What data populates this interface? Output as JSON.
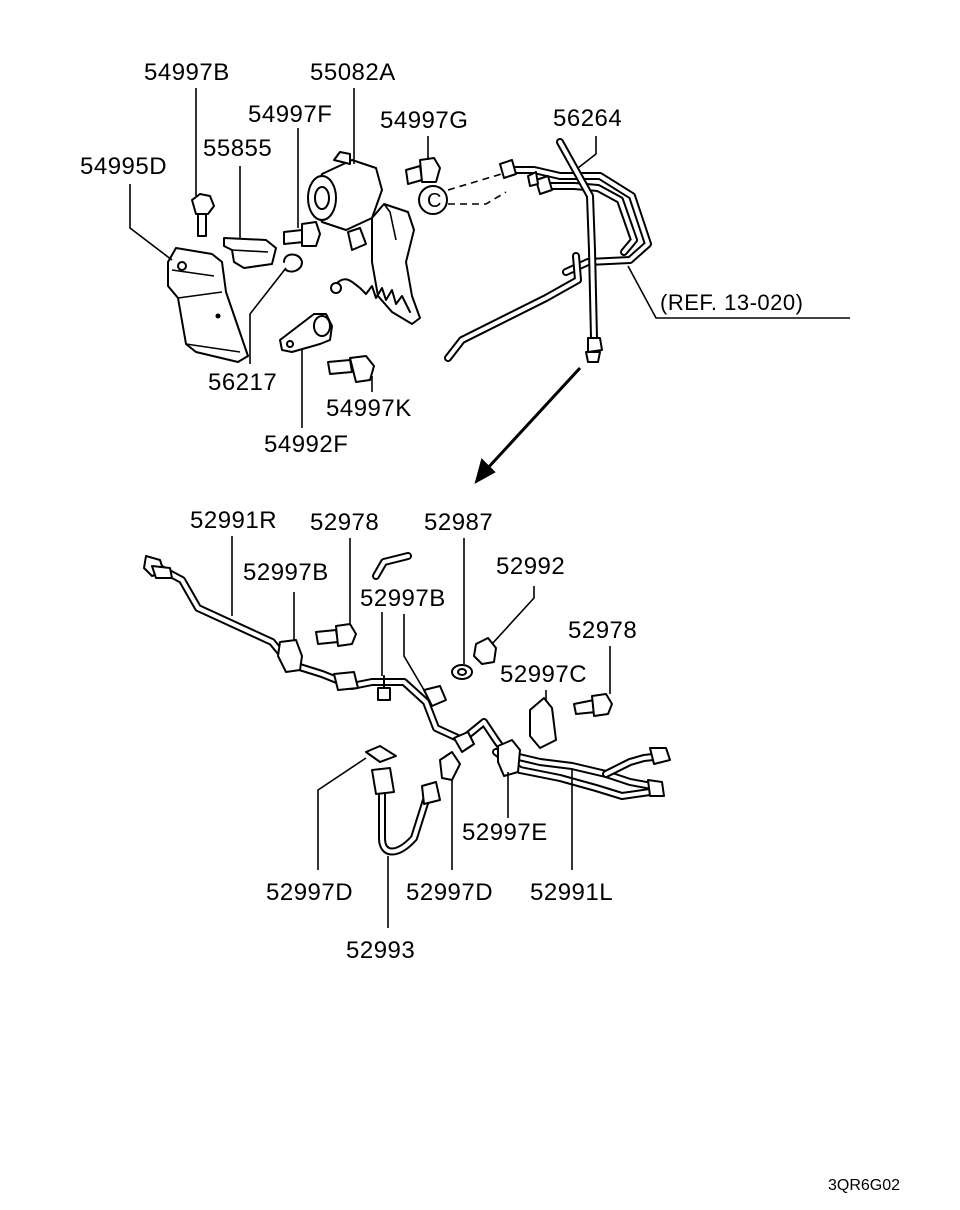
{
  "labels": {
    "p54997B": "54997B",
    "p55082A": "55082A",
    "p54997F": "54997F",
    "p54997G": "54997G",
    "p56264": "56264",
    "p55855": "55855",
    "p54995D": "54995D",
    "p56217": "56217",
    "p54997K": "54997K",
    "p54992F": "54992F",
    "ref": "(REF. 13-020)",
    "circle_c": "C",
    "p52991R": "52991R",
    "p52978_a": "52978",
    "p52987": "52987",
    "p52997B_a": "52997B",
    "p52992": "52992",
    "p52997B_b": "52997B",
    "p52978_b": "52978",
    "p52997C": "52997C",
    "p52997E": "52997E",
    "p52997D_a": "52997D",
    "p52997D_b": "52997D",
    "p52991L": "52991L",
    "p52993": "52993"
  },
  "diagram_code": "3QR6G02"
}
